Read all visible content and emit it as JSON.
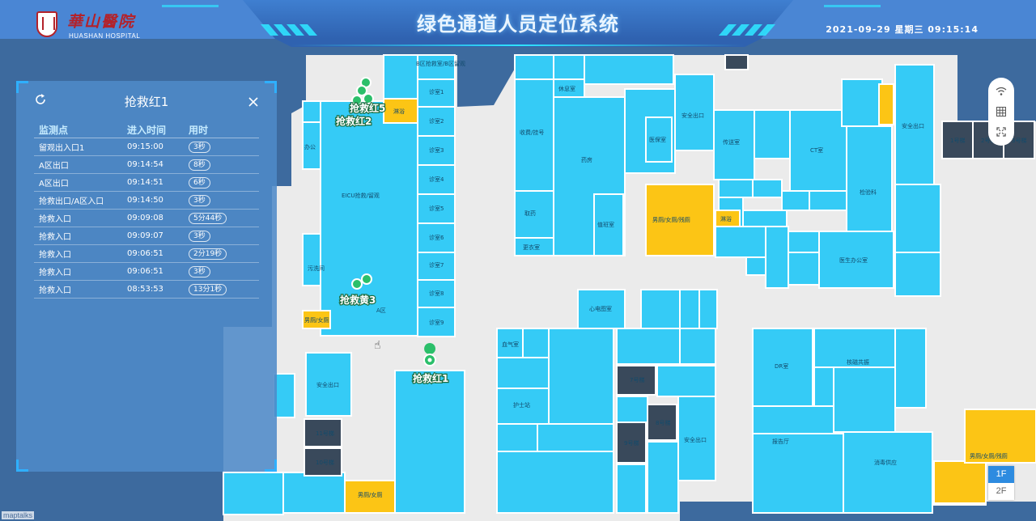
{
  "header": {
    "hospital_name_cn": "華山醫院",
    "hospital_name_en": "HUASHAN HOSPITAL",
    "title": "绿色通道人员定位系统",
    "datetime": "2021-09-29 星期三 09:15:14"
  },
  "panel": {
    "title": "抢救红1",
    "columns": [
      "监测点",
      "进入时间",
      "用时"
    ],
    "rows": [
      {
        "point": "留观出入口1",
        "time": "09:15:00",
        "duration": "3秒"
      },
      {
        "point": "A区出口",
        "time": "09:14:54",
        "duration": "8秒"
      },
      {
        "point": "A区出口",
        "time": "09:14:51",
        "duration": "6秒"
      },
      {
        "point": "抢救出口/A区入口",
        "time": "09:14:50",
        "duration": "3秒"
      },
      {
        "point": "抢救入口",
        "time": "09:09:08",
        "duration": "5分44秒"
      },
      {
        "point": "抢救入口",
        "time": "09:09:07",
        "duration": "3秒"
      },
      {
        "point": "抢救入口",
        "time": "09:06:51",
        "duration": "2分19秒"
      },
      {
        "point": "抢救入口",
        "time": "09:06:51",
        "duration": "3秒"
      },
      {
        "point": "抢救入口",
        "time": "08:53:53",
        "duration": "13分1秒"
      }
    ]
  },
  "markers": {
    "names": [
      "抢救红1",
      "抢救黄3",
      "抢救红2",
      "抢救红5"
    ]
  },
  "rooms": {
    "zhenshi": [
      "诊室1",
      "诊室2",
      "诊室3",
      "诊室4",
      "诊室5",
      "诊室6",
      "诊室7",
      "诊室8",
      "诊室9"
    ],
    "shuzhou_top": "B区抢救室/B区留观",
    "eiu": "EICU抢救/留观",
    "linyu": "淋浴",
    "a_qu": "A区",
    "nan_nv": "男厕/女厕",
    "nan_nv_wuzhang": "男厕/女厕/残厕",
    "anquan_chukou": "安全出口",
    "dianti_11": "11号梯",
    "dianti_10": "10号梯",
    "dianti_7": "7号梯",
    "dianti_8": "8号梯",
    "dianti_9": "9号梯",
    "dianti_1": "1号梯",
    "dianti_2": "2号梯",
    "dianti_3": "3号梯",
    "shoufei": "收费/挂号",
    "yaofang": "药房",
    "qiyao": "取药",
    "gengyishi": "更衣室",
    "xiuxishi": "休息室",
    "zhiban": "值班室",
    "ct": "CT室",
    "dr": "DR室",
    "mri": "核磁共振",
    "huli": "护士站",
    "bangong": "办公",
    "zhuyi": "医生办公室",
    "wuzi": "污洗间",
    "tongzhi": "报告厅",
    "jiance": "检验科",
    "chuansong": "传送室",
    "xueqi": "血气室",
    "xindian": "心电图室",
    "xiaoyao": "消毒供应",
    "yibaoshi": "医保室"
  },
  "map": {
    "floors": [
      "1F",
      "2F"
    ],
    "active_floor": "1F",
    "attribution": "maptalks"
  },
  "colors": {
    "room": "#35cbf6",
    "toilet": "#fcc515",
    "elevator": "#39495b",
    "corridor": "#ebebeb",
    "background": "#3d6a9e"
  }
}
